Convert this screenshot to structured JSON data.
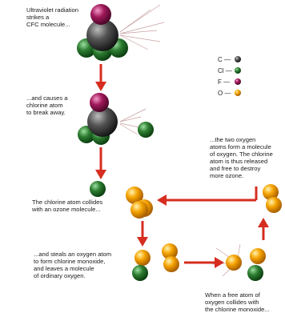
{
  "captions": {
    "step1": "Ultraviolet radiation\nstrikes a\nCFC molecule...",
    "step2": "...and causes a\nchlorine atom\nto break away.",
    "step3": "The chlorine atom collides\nwith an ozone molecule...",
    "step4": "...and steals an oxygen atom\nto form chlorine monoxide,\nand leaves a molecule\nof ordinary oxygen.",
    "step5": "When a free atom of\noxygen collides with\nthe chlorine monoxide...",
    "step6": "...the two oxygen\natoms form a molecule\nof oxygen. The chlorine\natom is thus released\nand free to destroy\nmore ozone."
  },
  "legend": [
    {
      "symbol": "C —",
      "color": "#3a3a3a"
    },
    {
      "symbol": "Cl —",
      "color": "#2e7d32"
    },
    {
      "symbol": "F —",
      "color": "#a0185a"
    },
    {
      "symbol": "O —",
      "color": "#f5a300"
    }
  ],
  "colors": {
    "carbon": "#3a3a3a",
    "chlorine": "#2e7d32",
    "fluorine": "#a0185a",
    "oxygen": "#f5a300",
    "arrow": "#d62d20",
    "uv_ray": "#c9a0a0"
  }
}
